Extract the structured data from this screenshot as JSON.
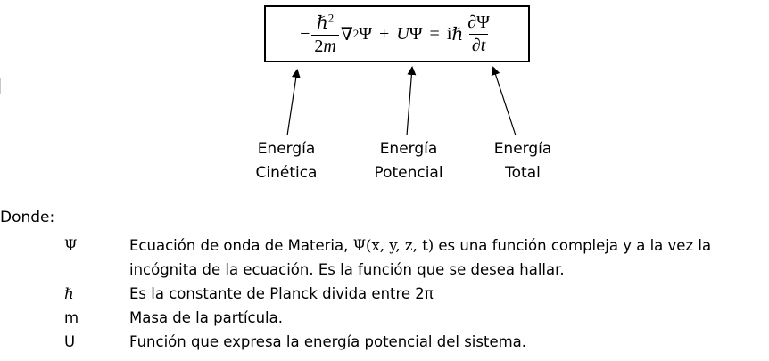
{
  "equation": {
    "minus": "−",
    "frac1_num": "ℏ",
    "frac1_num_exp": "2",
    "frac1_den_coef": "2",
    "frac1_den_var": "m",
    "nabla": "∇",
    "nabla_exp": "2",
    "psi1": "Ψ",
    "plus": "+",
    "U": "U",
    "psi2": "Ψ",
    "equals": "=",
    "i": "i",
    "hbar": "ℏ",
    "frac2_num": "∂Ψ",
    "frac2_den_d": "∂",
    "frac2_den_t": "t"
  },
  "labels": [
    {
      "line1": "Energía",
      "line2": "Cinética"
    },
    {
      "line1": "Energía",
      "line2": "Potencial"
    },
    {
      "line1": "Energía",
      "line2": "Total"
    }
  ],
  "donde": "Donde:",
  "definitions": [
    {
      "symbol": "Ψ",
      "line1_pre": "Ecuación de onda de Materia, ",
      "line1_math": "Ψ(x, y, z, t)",
      "line1_post": " es una función compleja y a la vez la",
      "line2": "incógnita de la ecuación. Es la función que se desea hallar."
    },
    {
      "symbol": "ℏ",
      "line1": "Es la constante de Planck divida entre 2π"
    },
    {
      "symbol": "m",
      "line1": "Masa de la partícula."
    },
    {
      "symbol": "U",
      "line1": "Función que expresa la energía potencial del sistema."
    }
  ]
}
